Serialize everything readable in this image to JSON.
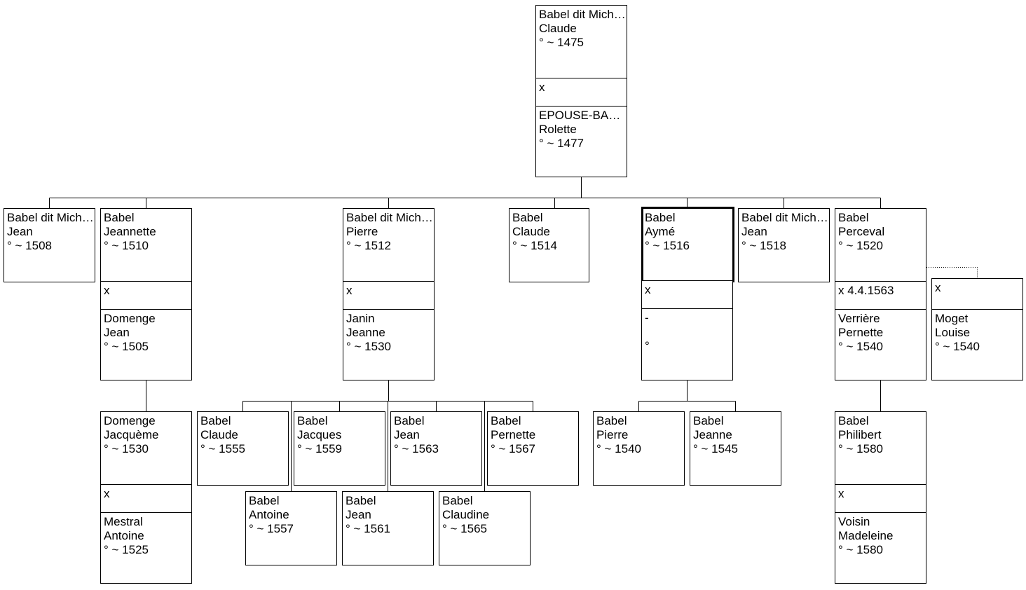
{
  "people": {
    "claude_1475": {
      "surname": "Babel dit Michon",
      "given": "Claude",
      "birth": "° ~ 1475"
    },
    "rolette": {
      "surname": "EPOUSE-BA…",
      "given": "Rolette",
      "birth": "° ~ 1477"
    },
    "jean_1508": {
      "surname": "Babel dit Michon",
      "given": "Jean",
      "birth": "° ~ 1508"
    },
    "jeannette": {
      "surname": "Babel",
      "given": "Jeannette",
      "birth": "° ~ 1510"
    },
    "domenge_jean": {
      "surname": "Domenge",
      "given": "Jean",
      "birth": "° ~ 1505"
    },
    "pierre_1512": {
      "surname": "Babel dit Michon",
      "given": "Pierre",
      "birth": "° ~ 1512"
    },
    "janin_jeanne": {
      "surname": "Janin",
      "given": "Jeanne",
      "birth": "° ~ 1530"
    },
    "claude_1514": {
      "surname": "Babel",
      "given": "Claude",
      "birth": "° ~ 1514"
    },
    "ayme": {
      "surname": "Babel",
      "given": "Aymé",
      "birth": "° ~ 1516"
    },
    "unknown_spouse": {
      "surname": "-",
      "given": "",
      "birth": "°"
    },
    "jean_1518": {
      "surname": "Babel dit Michon",
      "given": "Jean",
      "birth": "° ~ 1518"
    },
    "perceval": {
      "surname": "Babel",
      "given": "Perceval",
      "birth": "° ~ 1520"
    },
    "verriere": {
      "surname": "Verrière",
      "given": "Pernette",
      "birth": "° ~ 1540"
    },
    "moget": {
      "surname": "Moget",
      "given": "Louise",
      "birth": "° ~ 1540"
    },
    "jacqueme": {
      "surname": "Domenge",
      "given": "Jacquème",
      "birth": "° ~ 1530"
    },
    "mestral": {
      "surname": "Mestral",
      "given": "Antoine",
      "birth": "° ~ 1525"
    },
    "claude_1555": {
      "surname": "Babel",
      "given": "Claude",
      "birth": "° ~ 1555"
    },
    "jacques_1559": {
      "surname": "Babel",
      "given": "Jacques",
      "birth": "° ~ 1559"
    },
    "jean_1563": {
      "surname": "Babel",
      "given": "Jean",
      "birth": "° ~ 1563"
    },
    "pernette_1567": {
      "surname": "Babel",
      "given": "Pernette",
      "birth": "° ~ 1567"
    },
    "antoine_1557": {
      "surname": "Babel",
      "given": "Antoine",
      "birth": "° ~ 1557"
    },
    "jean_1561": {
      "surname": "Babel",
      "given": "Jean",
      "birth": "° ~ 1561"
    },
    "claudine_1565": {
      "surname": "Babel",
      "given": "Claudine",
      "birth": "° ~ 1565"
    },
    "pierre_1540": {
      "surname": "Babel",
      "given": "Pierre",
      "birth": "° ~ 1540"
    },
    "jeanne_1545": {
      "surname": "Babel",
      "given": "Jeanne",
      "birth": "° ~ 1545"
    },
    "philibert": {
      "surname": "Babel",
      "given": "Philibert",
      "birth": "° ~ 1580"
    },
    "voisin": {
      "surname": "Voisin",
      "given": "Madeleine",
      "birth": "° ~ 1580"
    }
  },
  "marriages": {
    "claude_rolette": "x",
    "jeannette_domenge": "x",
    "pierre_janin": "x",
    "ayme_unknown": "x",
    "perceval_verriere": "x 4.4.1563",
    "perceval_moget": "x",
    "jacqueme_mestral": "x",
    "philibert_voisin": "x"
  },
  "selected_person": "ayme"
}
